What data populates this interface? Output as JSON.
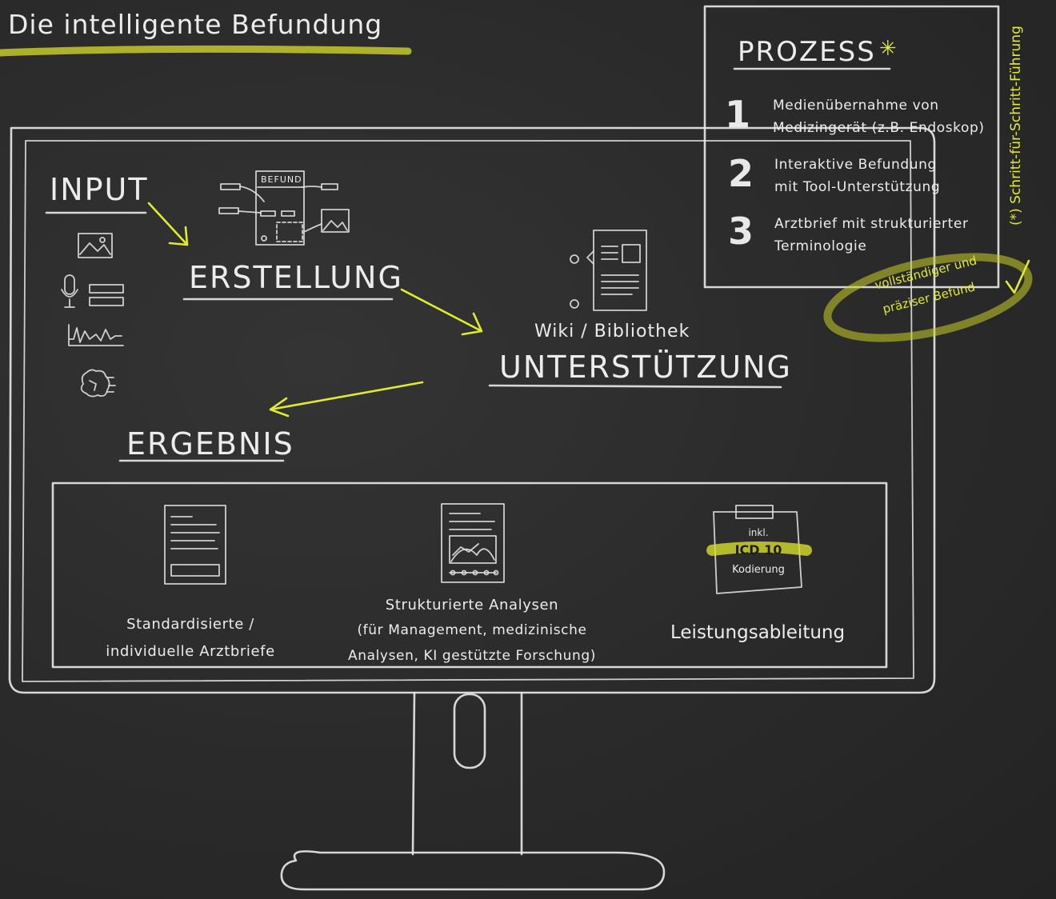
{
  "title": "Die intelligente Befundung",
  "process": {
    "heading": "PROZESS",
    "marker": "✳",
    "steps": [
      {
        "number": "1",
        "line1": "Medienübernahme von",
        "line2": "Medizingerät (z.B. Endoskop)"
      },
      {
        "number": "2",
        "line1": "Interaktive Befundung",
        "line2": "mit Tool-Unterstützung"
      },
      {
        "number": "3",
        "line1": "Arztbrief mit strukturierter",
        "line2": "Terminologie"
      }
    ],
    "side_note": "(*) Schritt-für-Schritt-Führung",
    "result_badge": {
      "line1": "vollständiger und",
      "line2": "präziser Befund"
    }
  },
  "input": {
    "label": "INPUT"
  },
  "erstellung": {
    "label": "ERSTELLUNG",
    "befund_label": "BEFUND"
  },
  "unterstuetzung": {
    "sub": "Wiki / Bibliothek",
    "label": "UNTERSTÜTZUNG"
  },
  "ergebnis": {
    "label": "ERGEBNIS",
    "items": [
      {
        "line1": "Standardisierte /",
        "line2": "individuelle Arztbriefe"
      },
      {
        "line1": "Strukturierte Analysen",
        "line2": "(für Management, medizinische",
        "line3": "Analysen, KI gestützte Forschung)"
      },
      {
        "line1": "Leistungsableitung",
        "note_top": "inkl.",
        "note_code": "ICD 10",
        "note_bottom": "Kodierung"
      }
    ]
  },
  "colors": {
    "chalk": "#e6e6e6",
    "accent": "#e2ea2c",
    "board": "#2b2b2b"
  }
}
